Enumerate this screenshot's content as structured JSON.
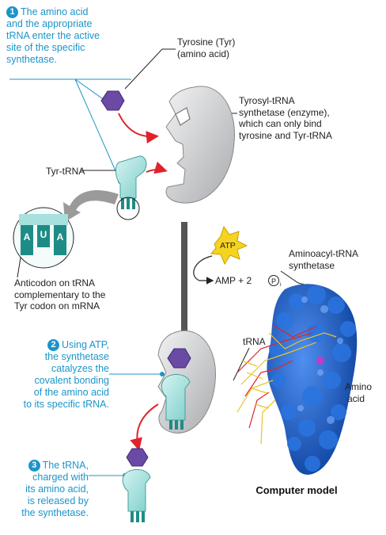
{
  "steps": [
    {
      "num": "1",
      "lines": [
        "The amino acid",
        "and the appropriate",
        "tRNA enter the active",
        "site of the specific",
        "synthetase."
      ]
    },
    {
      "num": "2",
      "lines": [
        "Using ATP,",
        "the synthetase",
        "catalyzes the",
        "covalent bonding",
        "of the amino acid",
        "to its specific tRNA."
      ]
    },
    {
      "num": "3",
      "lines": [
        "The tRNA,",
        "charged with",
        "its amino acid,",
        "is released by",
        "the synthetase."
      ]
    }
  ],
  "labels": {
    "tyrosine": [
      "Tyrosine (Tyr)",
      "(amino acid)"
    ],
    "synthetase": [
      "Tyrosyl-tRNA",
      "synthetase (enzyme),",
      "which can only bind",
      "tyrosine and Tyr-tRNA"
    ],
    "tyr_trna": "Tyr-tRNA",
    "anticodon_letters": [
      "A",
      "U",
      "A"
    ],
    "anticodon": [
      "Anticodon on tRNA",
      "complementary to the",
      "Tyr codon on mRNA"
    ],
    "atp": "ATP",
    "amp": "AMP + 2",
    "phosphate_symbol": "P",
    "phosphate_sub": "i",
    "aminoacyl": [
      "Aminoacyl-tRNA",
      "synthetase"
    ],
    "trna": "tRNA",
    "amino_acid": [
      "Amino",
      "acid"
    ],
    "computer_model": "Computer model"
  },
  "colors": {
    "step_text": "#1b95c9",
    "enzyme": "#cfd0d2",
    "trna": "#a8e0de",
    "trna_dark": "#1e8c86",
    "amino_acid": "#6a4aa5",
    "arrow_red": "#e0232a",
    "atp_star": "#f5d320",
    "protein_blue": "#1e63c9"
  }
}
